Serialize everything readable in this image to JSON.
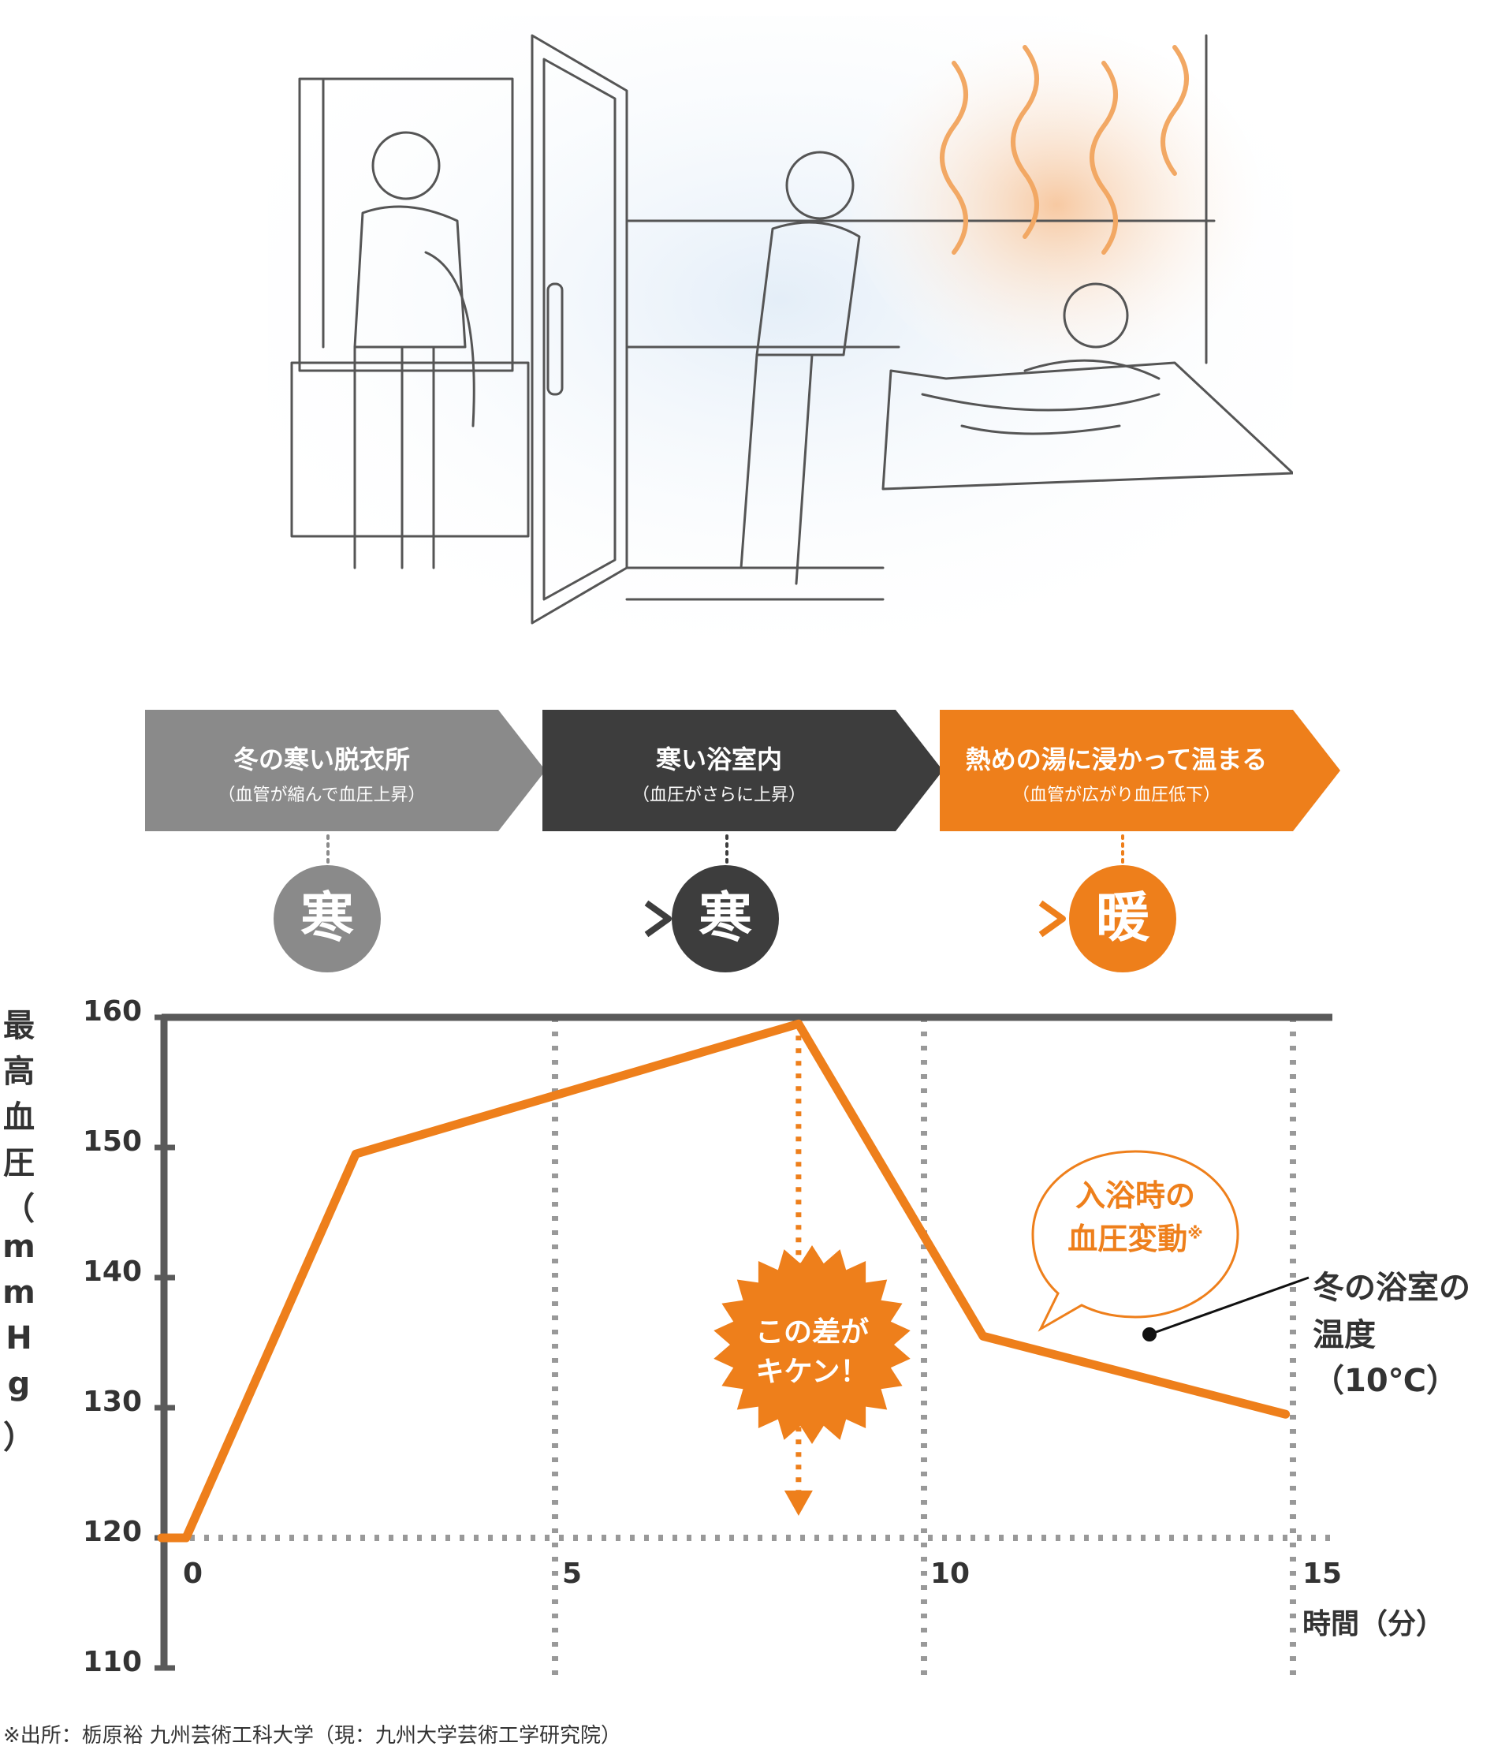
{
  "stages": [
    {
      "title": "冬の寒い脱衣所",
      "sub": "（血管が縮んで血圧上昇）",
      "color": "#8a8a8a"
    },
    {
      "title": "寒い浴室内",
      "sub": "（血圧がさらに上昇）",
      "color": "#3d3d3d"
    },
    {
      "title": "熱めの湯に浸かって温まる",
      "sub": "（血管が広がり血圧低下）",
      "color": "#ee7f1b"
    }
  ],
  "badges": [
    {
      "label": "寒",
      "color": "#8a8a8a"
    },
    {
      "label": "寒",
      "color": "#3d3d3d"
    },
    {
      "label": "暖",
      "color": "#ee7f1b"
    }
  ],
  "chart_data": {
    "type": "line",
    "ylabel": "最高血圧（mmHg）",
    "ylabel_chars": [
      "最",
      "高",
      "血",
      "圧",
      "（",
      "m",
      "m",
      "H",
      "g",
      "）"
    ],
    "xlabel": "時間（分）",
    "ylim": [
      110,
      160
    ],
    "xlim": [
      0,
      15
    ],
    "yticks": [
      160,
      150,
      140,
      130,
      120,
      110
    ],
    "xticks": [
      0,
      5,
      10,
      15
    ],
    "grid": "dotted",
    "series": [
      {
        "x": [
          0,
          2.3,
          8.3,
          10.8,
          14.9
        ],
        "y": [
          120,
          149.5,
          159.5,
          135.5,
          129.5
        ]
      }
    ],
    "line_color": "#ee7f1b",
    "annotations": {
      "danger_line1": "この差が",
      "danger_line2": "キケン！",
      "bubble_line1": "入浴時の",
      "bubble_line2": "血圧変動",
      "bubble_mark": "※",
      "temp_line1": "冬の浴室の",
      "temp_line2": "温度（10℃）"
    }
  },
  "source_note": "※出所：栃原裕 九州芸術工科大学（現：九州大学芸術工学研究院）"
}
